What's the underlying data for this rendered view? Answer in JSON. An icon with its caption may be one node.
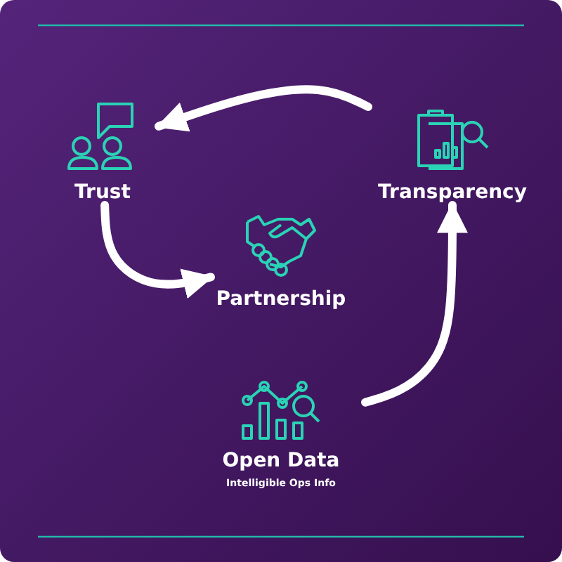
{
  "diagram": {
    "nodes": [
      {
        "text": [
          "Trust"
        ]
      },
      {
        "text": [
          "Transparency"
        ]
      },
      {
        "text": [
          "Partnership"
        ]
      },
      {
        "text": [
          "Open Data",
          "Intelligible Ops Info"
        ]
      }
    ],
    "edges": [
      {
        "from": 1,
        "to": 0,
        "arrow": "to"
      },
      {
        "from": 0,
        "to": 2,
        "arrow": "to"
      },
      {
        "from": 3,
        "to": 1,
        "arrow": "to"
      }
    ]
  }
}
